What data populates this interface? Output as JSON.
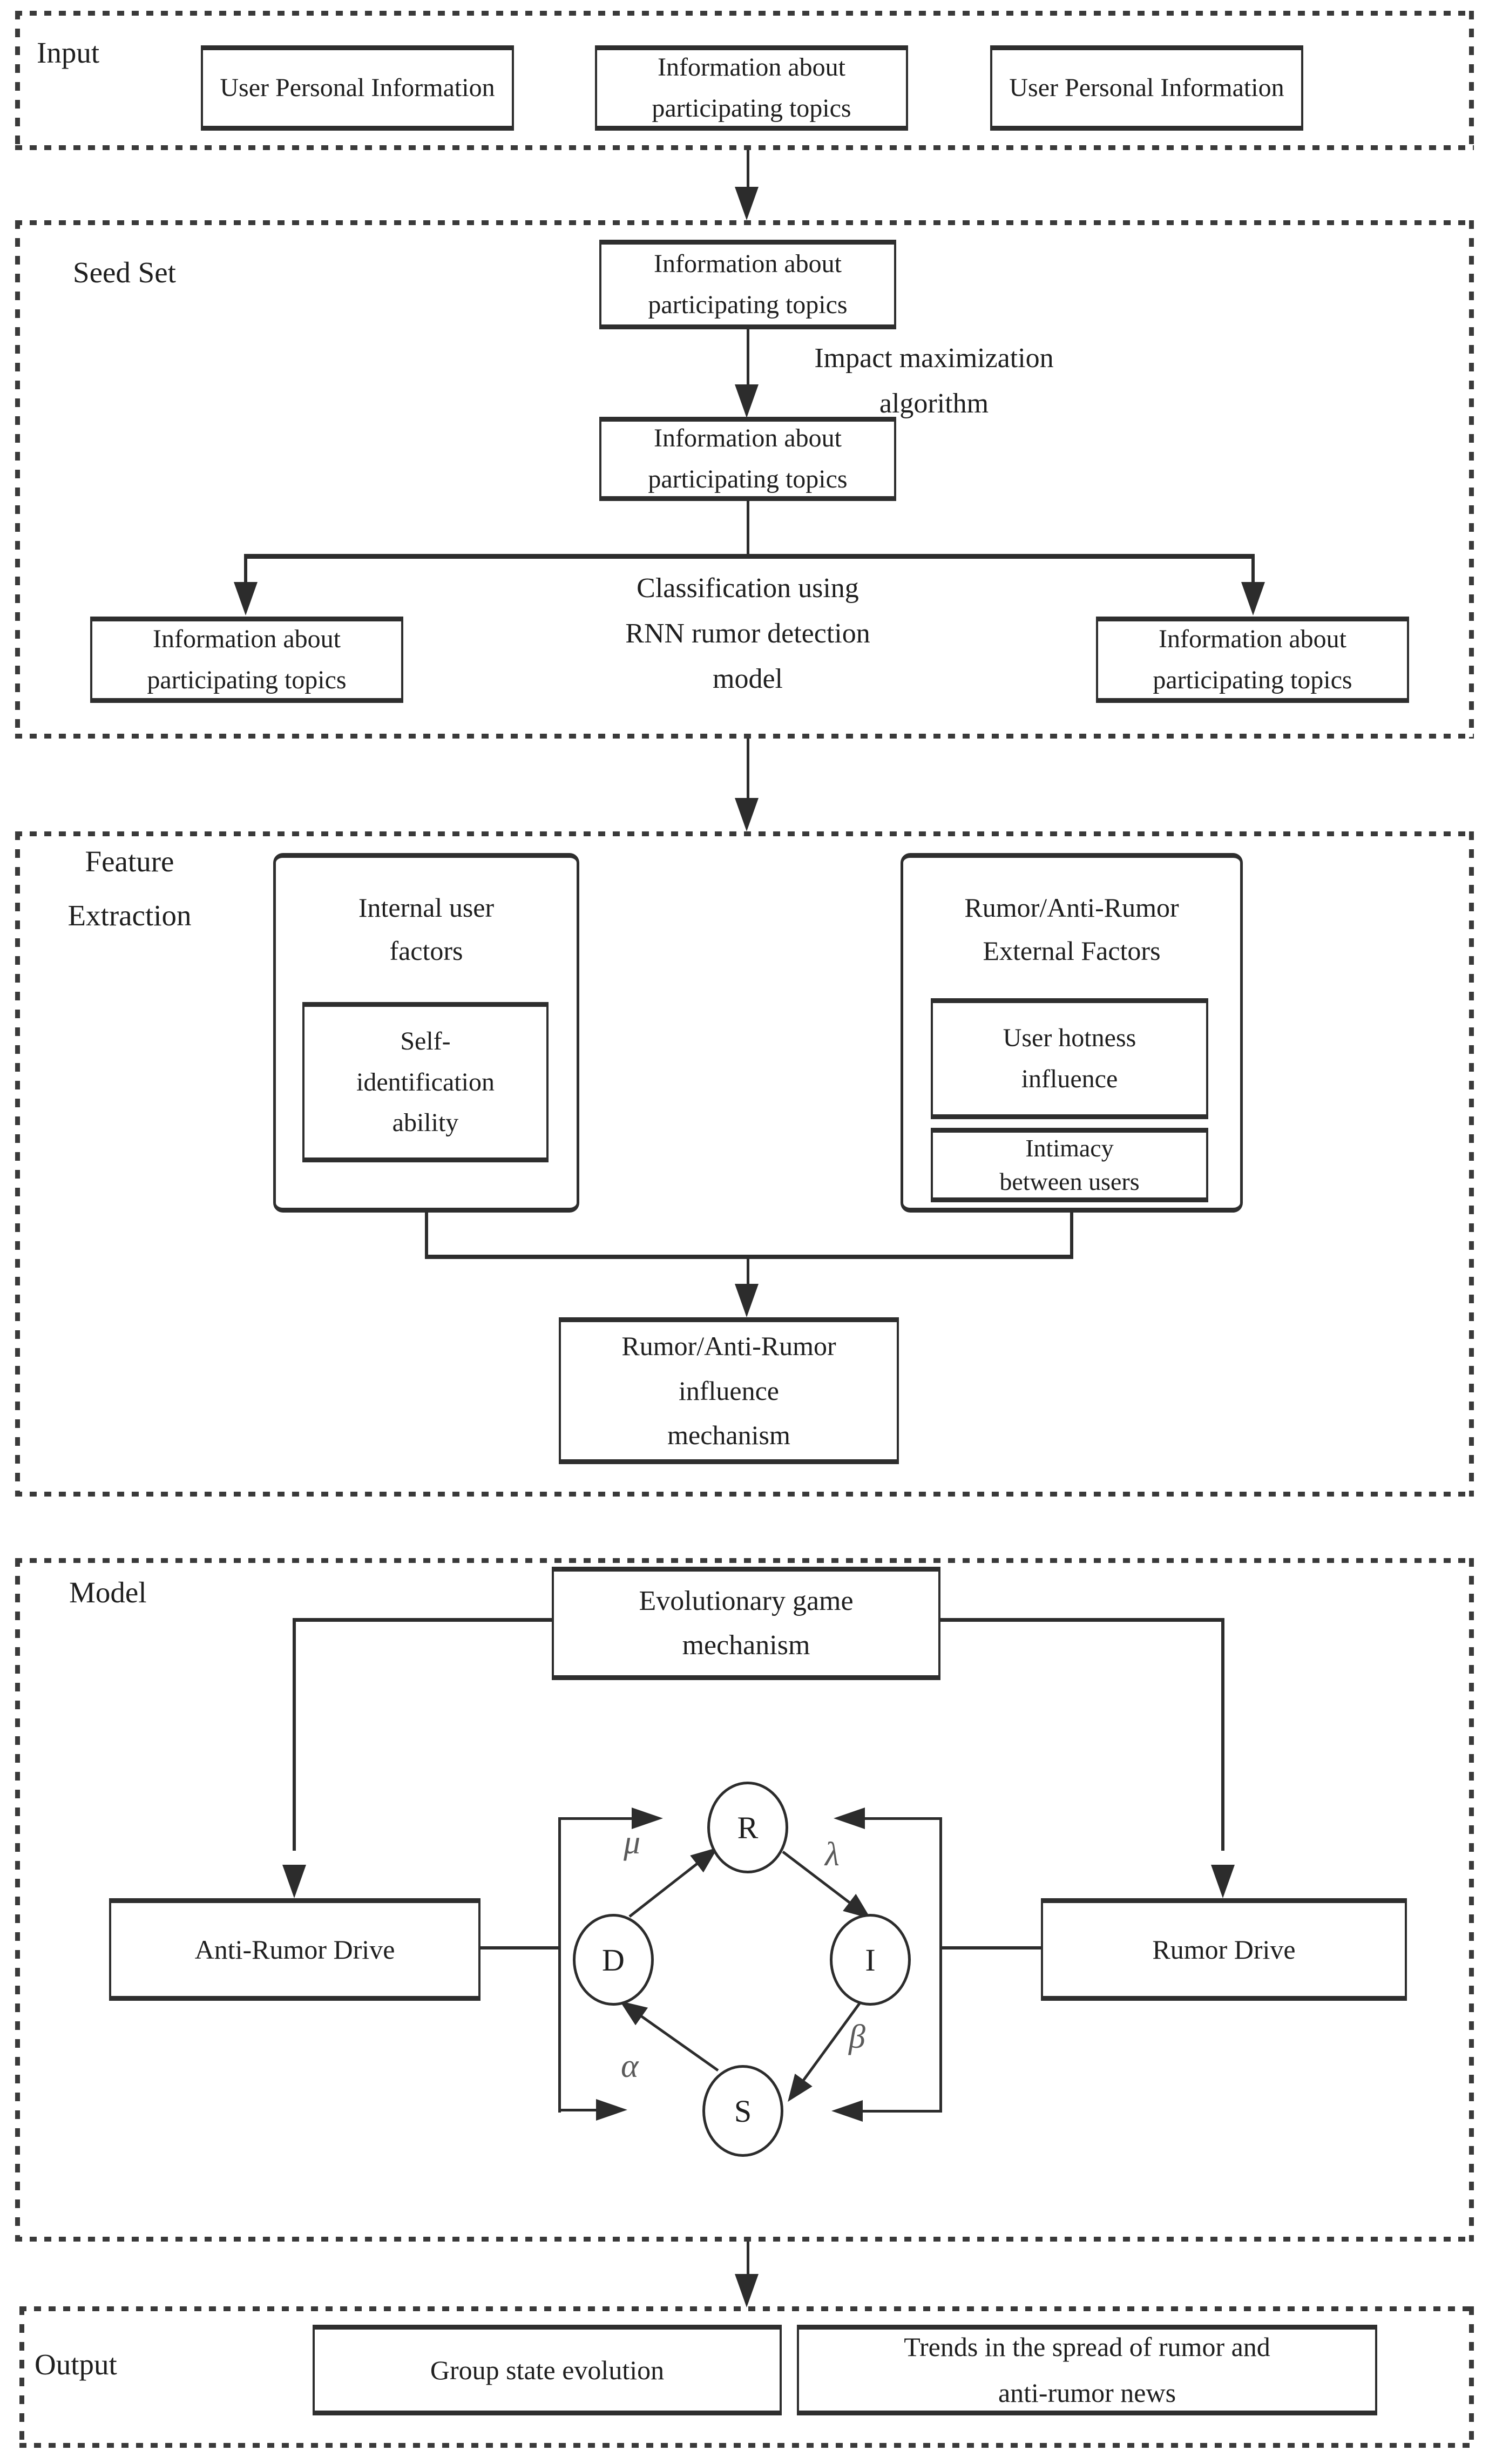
{
  "colors": {
    "ink": "#2c2c2c",
    "text": "#1f1f1f",
    "greek": "#5a5a5a",
    "background": "#ffffff"
  },
  "input": {
    "label": "Input",
    "box1": "User Personal Information",
    "box2": "Information about participating topics",
    "box3": "User Personal Information"
  },
  "seed": {
    "label": "Seed Set",
    "box_top": "Information about participating topics",
    "arrow_label": "Impact maximization\nalgorithm",
    "box_mid": "Information about participating topics",
    "classification": "Classification using\nRNN rumor detection\nmodel",
    "box_left": "Information about participating topics",
    "box_right": "Information about participating topics"
  },
  "feature": {
    "label": "Feature\nExtraction",
    "internal_title": "Internal user\nfactors",
    "self_identification": "Self-\nidentification\nability",
    "external_title": "Rumor/Anti-Rumor\nExternal Factors",
    "user_hotness": "User hotness\ninfluence",
    "intimacy": "Intimacy\nbetween users",
    "influence_mechanism": "Rumor/Anti-Rumor\ninfluence\nmechanism"
  },
  "model": {
    "label": "Model",
    "evolutionary": "Evolutionary game\nmechanism",
    "anti_rumor_drive": "Anti-Rumor Drive",
    "rumor_drive": "Rumor Drive",
    "nodes": {
      "r": "R",
      "d": "D",
      "i": "I",
      "s": "S"
    },
    "rates": {
      "mu": "μ",
      "lambda": "λ",
      "alpha": "α",
      "beta": "β"
    }
  },
  "output": {
    "label": "Output",
    "box1": "Group state evolution",
    "box2": "Trends in the spread of rumor and\nanti-rumor news"
  }
}
